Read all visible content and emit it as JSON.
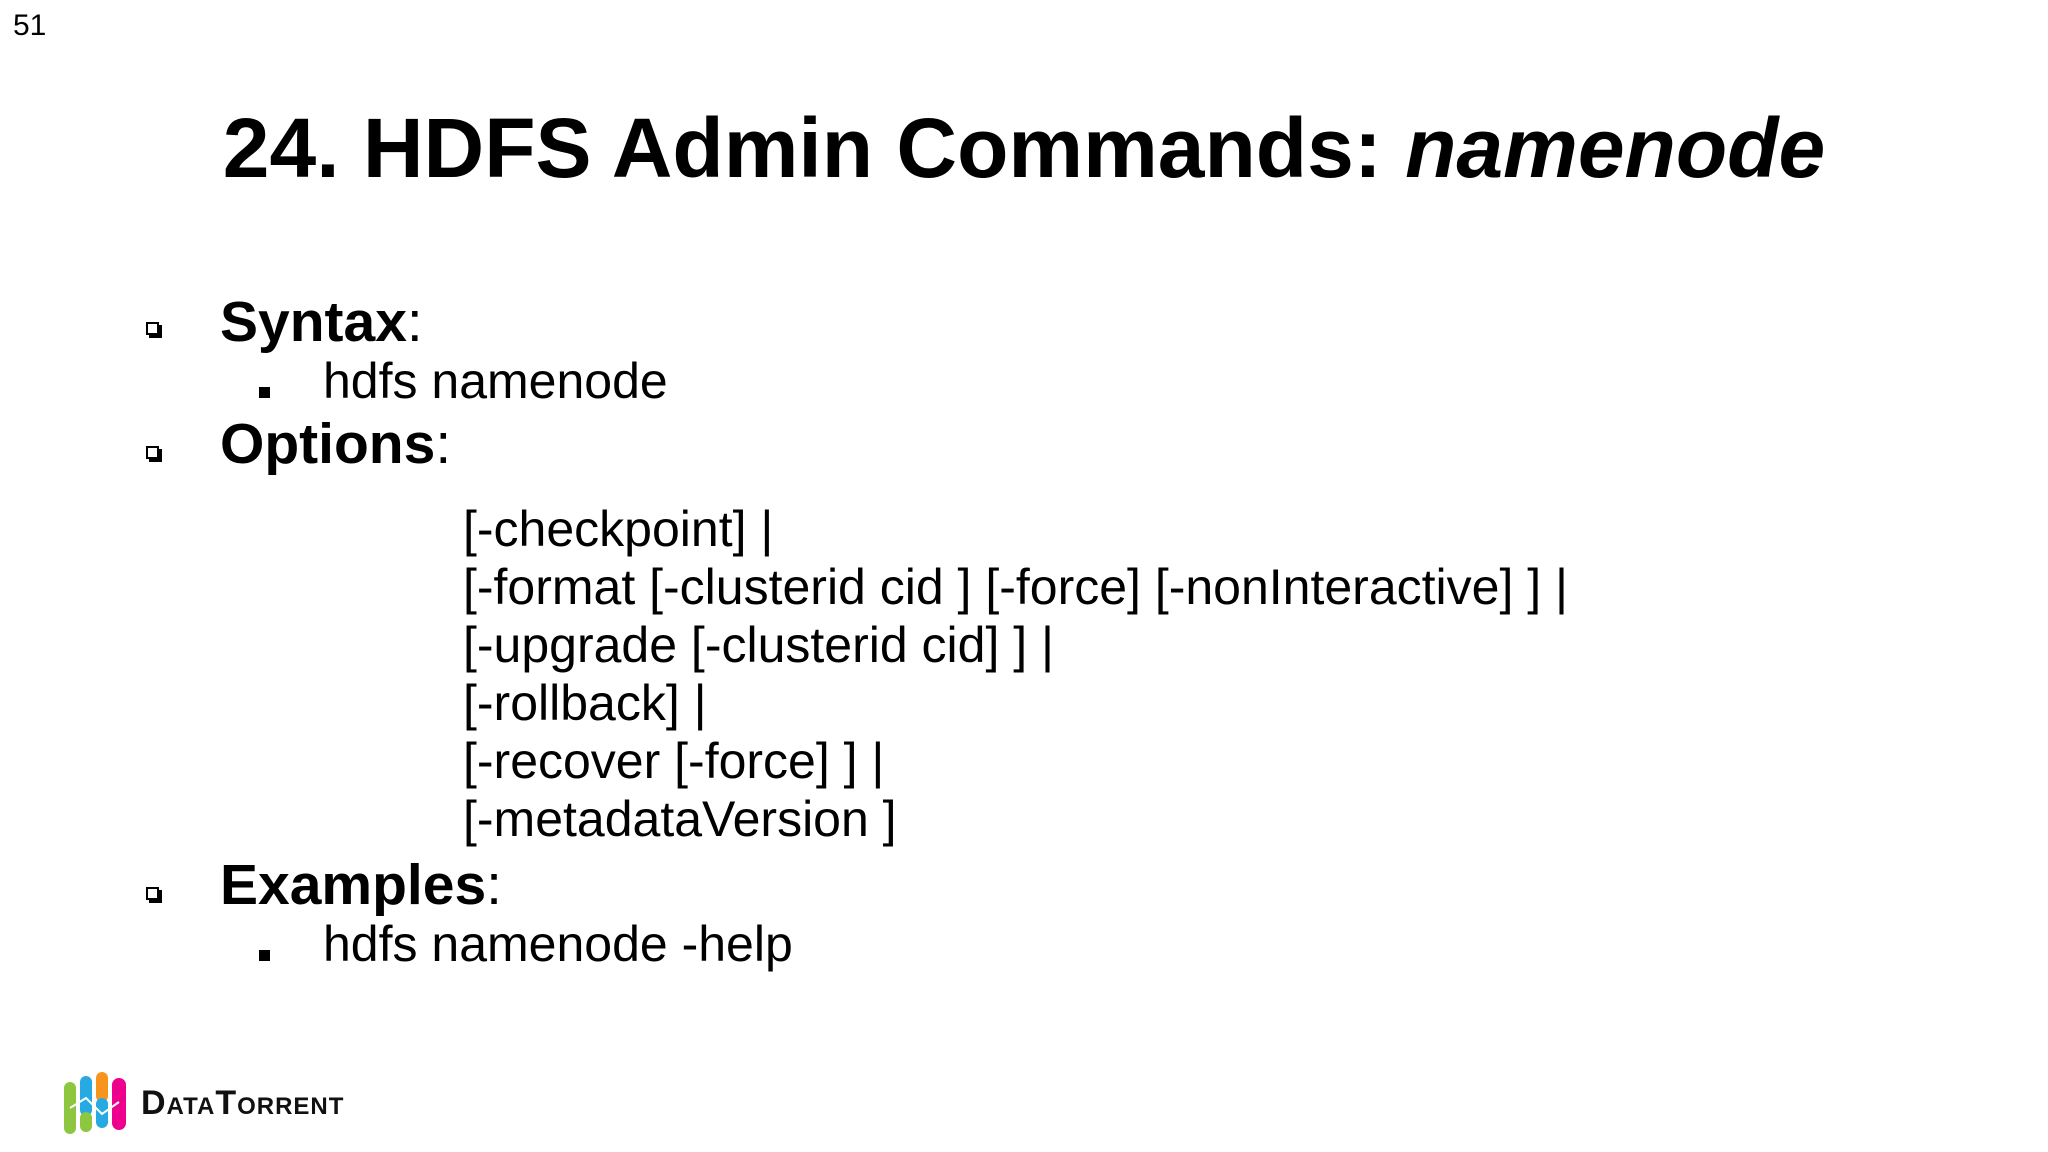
{
  "slide": {
    "page_number": "51",
    "title_main": "24. HDFS Admin Commands: ",
    "title_italic": "namenode"
  },
  "sections": {
    "syntax": {
      "heading": "Syntax",
      "colon": ":",
      "items": [
        "hdfs namenode"
      ]
    },
    "options": {
      "heading": "Options",
      "colon": ":",
      "lines": [
        "[-checkpoint] |",
        "[-format [-clusterid cid ] [-force] [-nonInteractive] ] |",
        "[-upgrade [-clusterid cid] ] |",
        "[-rollback] |",
        "[-recover [-force] ] |",
        "[-metadataVersion ]"
      ]
    },
    "examples": {
      "heading": "Examples",
      "colon": ":",
      "items": [
        "hdfs namenode -help"
      ]
    }
  },
  "logo": {
    "text": "DataTorrent",
    "colors": [
      "#8dc63f",
      "#27aae1",
      "#ec008c",
      "#f7941d"
    ]
  }
}
